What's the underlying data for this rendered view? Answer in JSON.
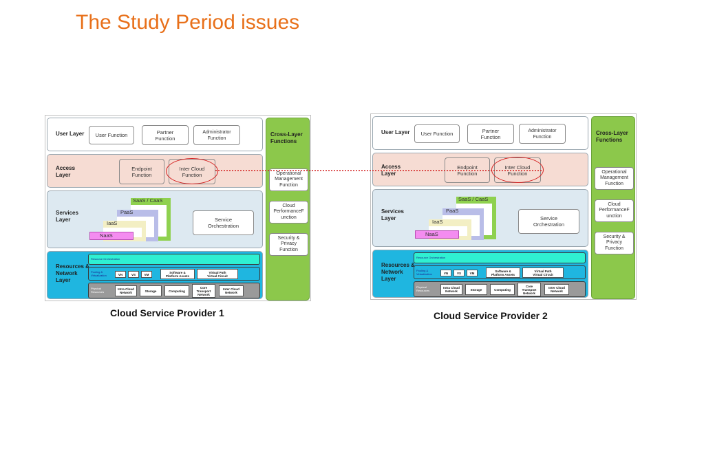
{
  "title": "The Study Period issues",
  "layers": {
    "user": "User Layer",
    "access": "Access\nLayer",
    "services": "Services\nLayer",
    "resources": "Resources &\nNetwork\nLayer"
  },
  "user_boxes": {
    "user_function": "User Function",
    "partner_function": "Partner\nFunction",
    "administrator_function": "Administrator\nFunction"
  },
  "access_boxes": {
    "endpoint_function": "Endpoint\nFunction",
    "inter_cloud_function": "Inter Cloud\nFunction"
  },
  "services": {
    "saas": "SaaS / CaaS",
    "paas": "PaaS",
    "iaas": "IaaS",
    "naas": "NaaS",
    "orchestration": "Service\nOrchestration"
  },
  "resources": {
    "orchestration": "Resource Orchestration",
    "pooling_label": "Pooling &\nVirtualization",
    "pool_items": [
      "VN",
      "VS",
      "VM"
    ],
    "software_assets": "Software &\nPlatform Assets",
    "virtual_path": "Virtual Path\nVirtual Circuit",
    "physical_label": "Physical\nResources",
    "phys_items": [
      "Intra Cloud\nNetwork",
      "Storage",
      "Computing",
      "Core\nTransport\nNetwork",
      "Inter Cloud\nNetwork"
    ]
  },
  "cross_layer": {
    "title": "Cross-Layer\nFunctions",
    "operational": "Operational\nManagement\nFunction",
    "performance": "Cloud\nPerformanceF\nunction",
    "security": "Security &\nPrivacy\nFunction"
  },
  "captions": {
    "provider1": "Cloud Service Provider 1",
    "provider2": "Cloud Service Provider 2"
  },
  "colors": {
    "title": "#e8701a",
    "link": "#d42020"
  }
}
